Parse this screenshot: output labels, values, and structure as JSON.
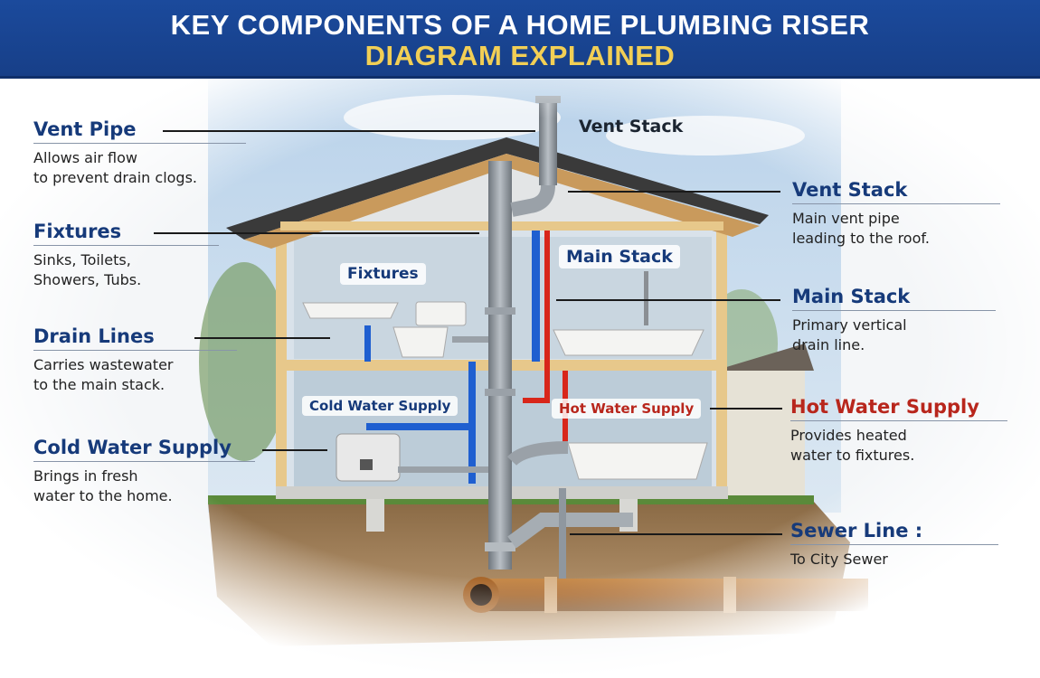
{
  "header": {
    "title_line1": "KEY COMPONENTS OF A HOME PLUMBING RISER",
    "title_line2": "DIAGRAM EXPLAINED"
  },
  "callouts_left": [
    {
      "title": "Vent Pipe",
      "desc_line1": "Allows air flow",
      "desc_line2": "to prevent drain clogs."
    },
    {
      "title": "Fixtures",
      "desc_line1": "Sinks, Toilets,",
      "desc_line2": "Showers, Tubs."
    },
    {
      "title": "Drain Lines",
      "desc_line1": "Carries wastewater",
      "desc_line2": "to the main stack."
    },
    {
      "title": "Cold Water Supply",
      "desc_line1": "Brings in fresh",
      "desc_line2": "water to the home."
    }
  ],
  "callouts_right": [
    {
      "title": "Vent Stack",
      "desc_line1": "Main vent pipe",
      "desc_line2": "leading to the roof."
    },
    {
      "title": "Main Stack",
      "desc_line1": "Primary vertical",
      "desc_line2": "drain line."
    },
    {
      "title": "Hot Water Supply",
      "desc_line1": "Provides heated",
      "desc_line2": "water to fixtures."
    },
    {
      "title": "Sewer Line :",
      "desc_line1": "To City Sewer"
    }
  ],
  "inline_labels": {
    "vent_stack": "Vent Stack",
    "main_stack": "Main Stack",
    "fixtures": "Fixtures",
    "cold_water": "Cold Water Supply",
    "hot_water": "Hot Water Supply"
  },
  "colors": {
    "header_bg": "#1b4a9c",
    "title_white": "#ffffff",
    "title_yellow": "#f2cf55",
    "label_blue": "#163a7a",
    "label_red": "#b8261c",
    "cold_pipe": "#1f5fd0",
    "hot_pipe": "#d8261a",
    "drain_pipe": "#8f979f",
    "sewer_pipe": "#a8672b"
  }
}
